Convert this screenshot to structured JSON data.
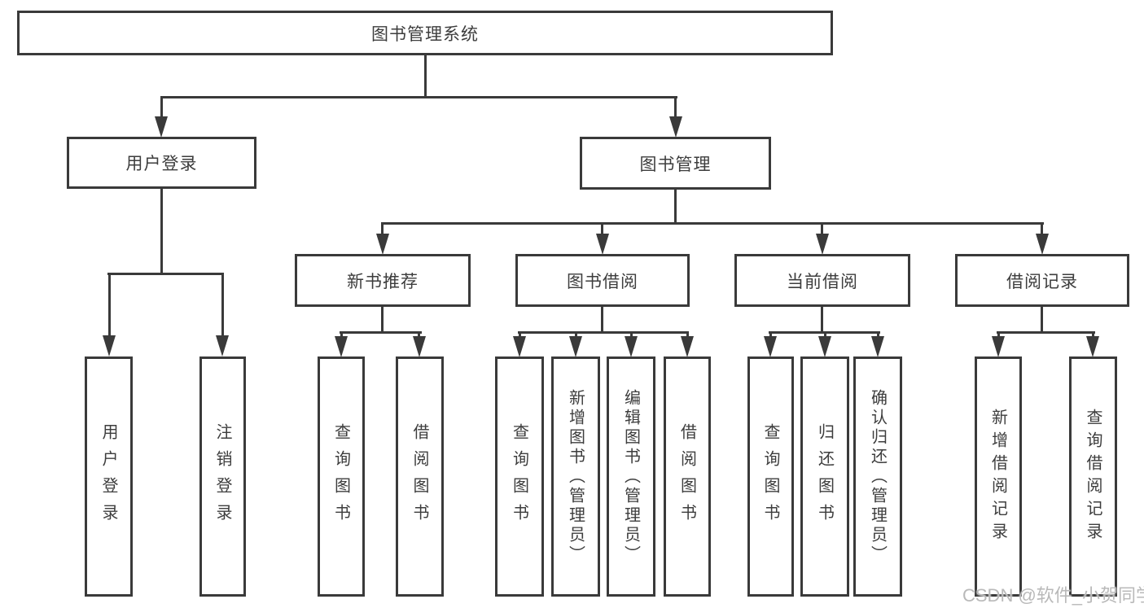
{
  "diagram_type": "hierarchy",
  "tree": {
    "root": {
      "label": "图书管理系统"
    },
    "user_login": {
      "label": "用户登录",
      "children": [
        {
          "label": "用户登录"
        },
        {
          "label": "注销登录"
        }
      ]
    },
    "book_management": {
      "label": "图书管理",
      "modules": [
        {
          "label": "新书推荐",
          "children": [
            {
              "label": "查询图书"
            },
            {
              "label": "借阅图书"
            }
          ]
        },
        {
          "label": "图书借阅",
          "children": [
            {
              "label": "查询图书"
            },
            {
              "label": "新增图书（管理员）"
            },
            {
              "label": "编辑图书（管理员）"
            },
            {
              "label": "借阅图书"
            }
          ]
        },
        {
          "label": "当前借阅",
          "children": [
            {
              "label": "查询图书"
            },
            {
              "label": "归还图书"
            },
            {
              "label": "确认归还（管理员）"
            }
          ]
        },
        {
          "label": "借阅记录",
          "children": [
            {
              "label": "新增借阅记录"
            },
            {
              "label": "查询借阅记录"
            }
          ]
        }
      ]
    }
  },
  "watermark": "CSDN @软件_小贺同学",
  "colors": {
    "line": "#3a3a3a",
    "text": "#3d3d3d",
    "watermark": "#b9b9b9",
    "background": "#ffffff"
  }
}
